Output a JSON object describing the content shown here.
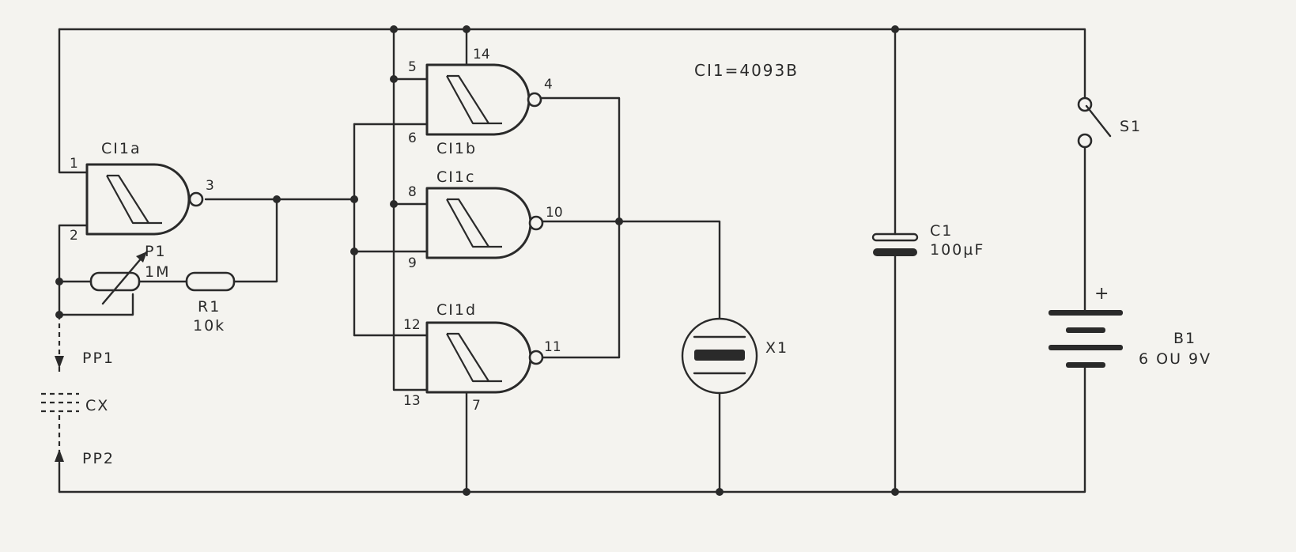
{
  "ic_type": "CI1=4093B",
  "gates": {
    "a": {
      "name": "CI1a",
      "in1": "1",
      "in2": "2",
      "out": "3"
    },
    "b": {
      "name": "CI1b",
      "in1": "5",
      "in2": "6",
      "out": "4",
      "vdd": "14"
    },
    "c": {
      "name": "CI1c",
      "in1": "8",
      "in2": "9",
      "out": "10"
    },
    "d": {
      "name": "CI1d",
      "in1": "12",
      "in2": "13",
      "out": "11",
      "vss": "7"
    }
  },
  "components": {
    "p1": {
      "name": "P1",
      "value": "1M"
    },
    "r1": {
      "name": "R1",
      "value": "10k"
    },
    "cx": {
      "name": "CX"
    },
    "pp1": {
      "name": "PP1"
    },
    "pp2": {
      "name": "PP2"
    },
    "c1": {
      "name": "C1",
      "value": "100µF"
    },
    "x1": {
      "name": "X1"
    },
    "s1": {
      "name": "S1"
    },
    "b1": {
      "name": "B1",
      "value": "6 OU 9V",
      "polarity": "+"
    }
  }
}
